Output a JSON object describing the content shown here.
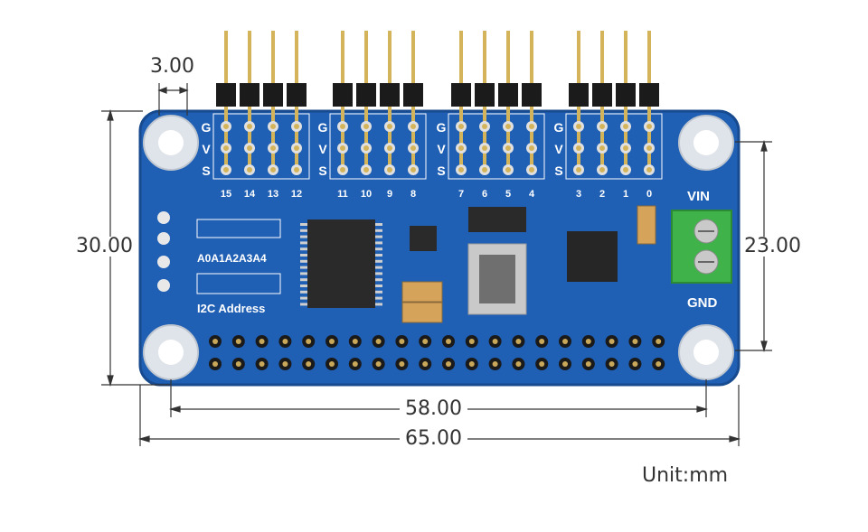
{
  "dimensions": {
    "hole_spacing": "3.00",
    "height": "30.00",
    "hole_height": "23.00",
    "hole_width": "58.00",
    "width": "65.00"
  },
  "unit_label": "Unit:mm",
  "board": {
    "rows": [
      "G",
      "V",
      "S"
    ],
    "channels": [
      "15",
      "14",
      "13",
      "12",
      "11",
      "10",
      "9",
      "8",
      "7",
      "6",
      "5",
      "4",
      "3",
      "2",
      "1",
      "0"
    ],
    "address_label": "A0A1A2A3A4",
    "i2c_label": "I2C Address",
    "vin_label": "VIN",
    "gnd_label": "GND"
  },
  "colors": {
    "pcb": "#1f5fb4",
    "pcb_edge": "#174a8e",
    "terminal": "#3fb24a",
    "pin": "#d4b45a"
  }
}
